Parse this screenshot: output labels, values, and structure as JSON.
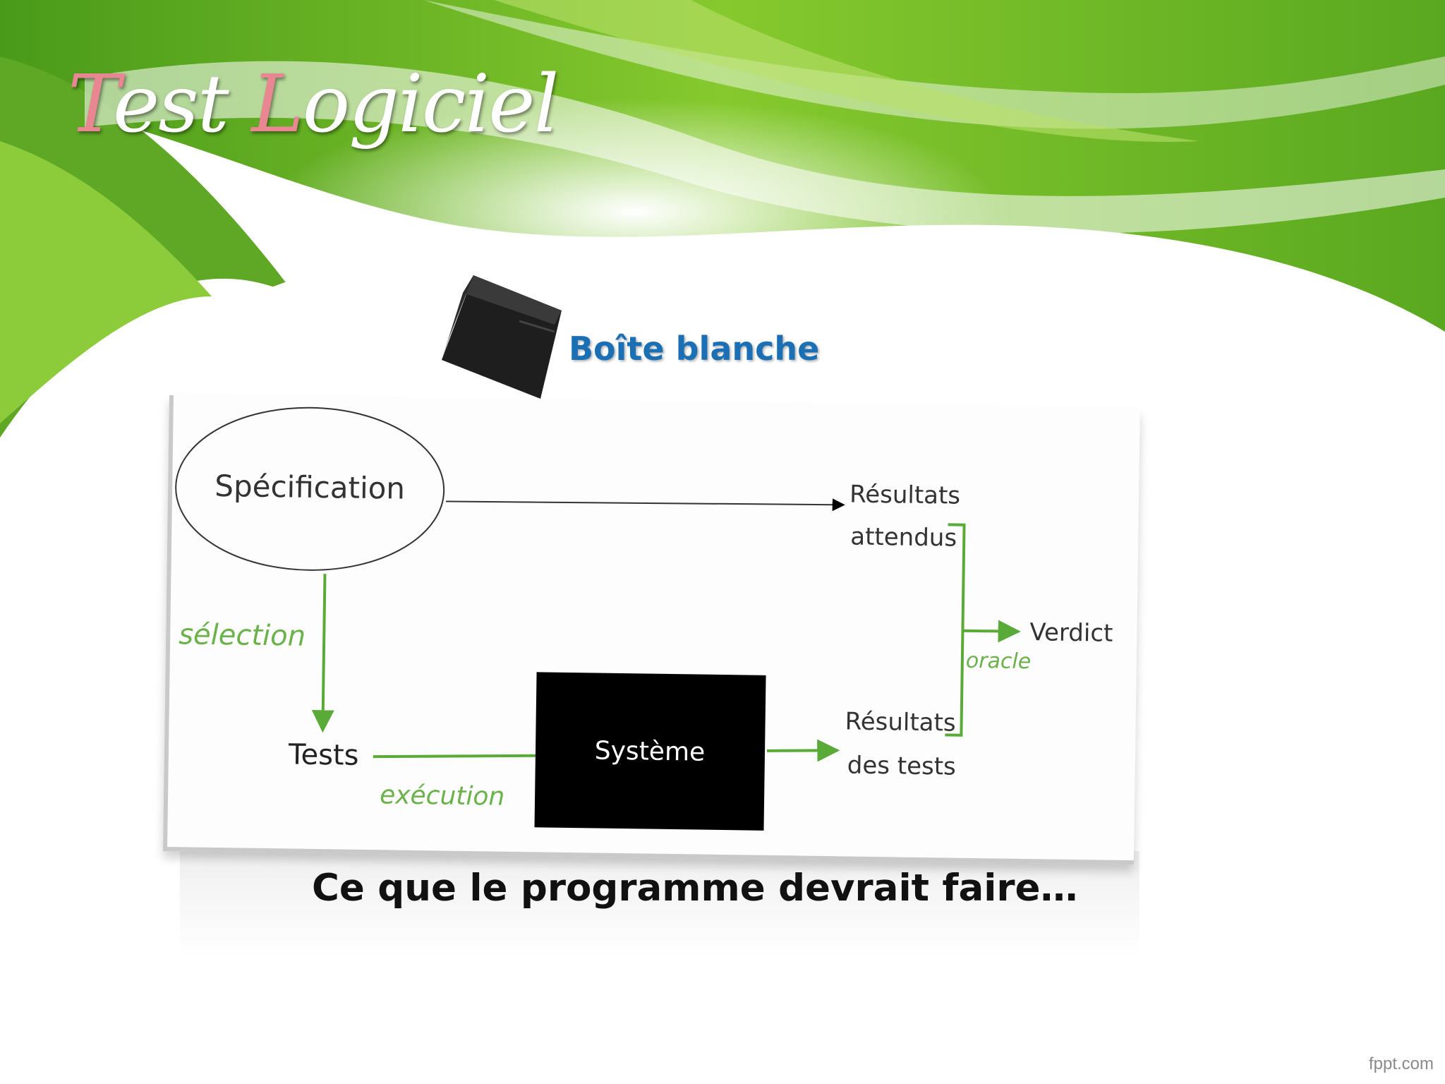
{
  "slide": {
    "title_initial_1": "T",
    "title_rest_1": "est",
    "title_initial_2": "L",
    "title_rest_2": "ogiciel",
    "subtitle": "Boîte blanche",
    "caption": "Ce que le programme devrait faire…",
    "footer": "fppt.com"
  },
  "diagram": {
    "nodes": {
      "specification": "Spécification",
      "expected_results_line1": "Résultats",
      "expected_results_line2": "attendus",
      "tests": "Tests",
      "system": "Système",
      "test_results_line1": "Résultats",
      "test_results_line2": "des tests",
      "verdict": "Verdict"
    },
    "edge_labels": {
      "selection": "sélection",
      "execution": "exécution",
      "oracle": "oracle"
    }
  },
  "colors": {
    "accent_green": "#5aaa38",
    "subtitle_blue": "#1b6fb5",
    "title_initial_pink": "#e88692",
    "system_box": "#000000"
  }
}
